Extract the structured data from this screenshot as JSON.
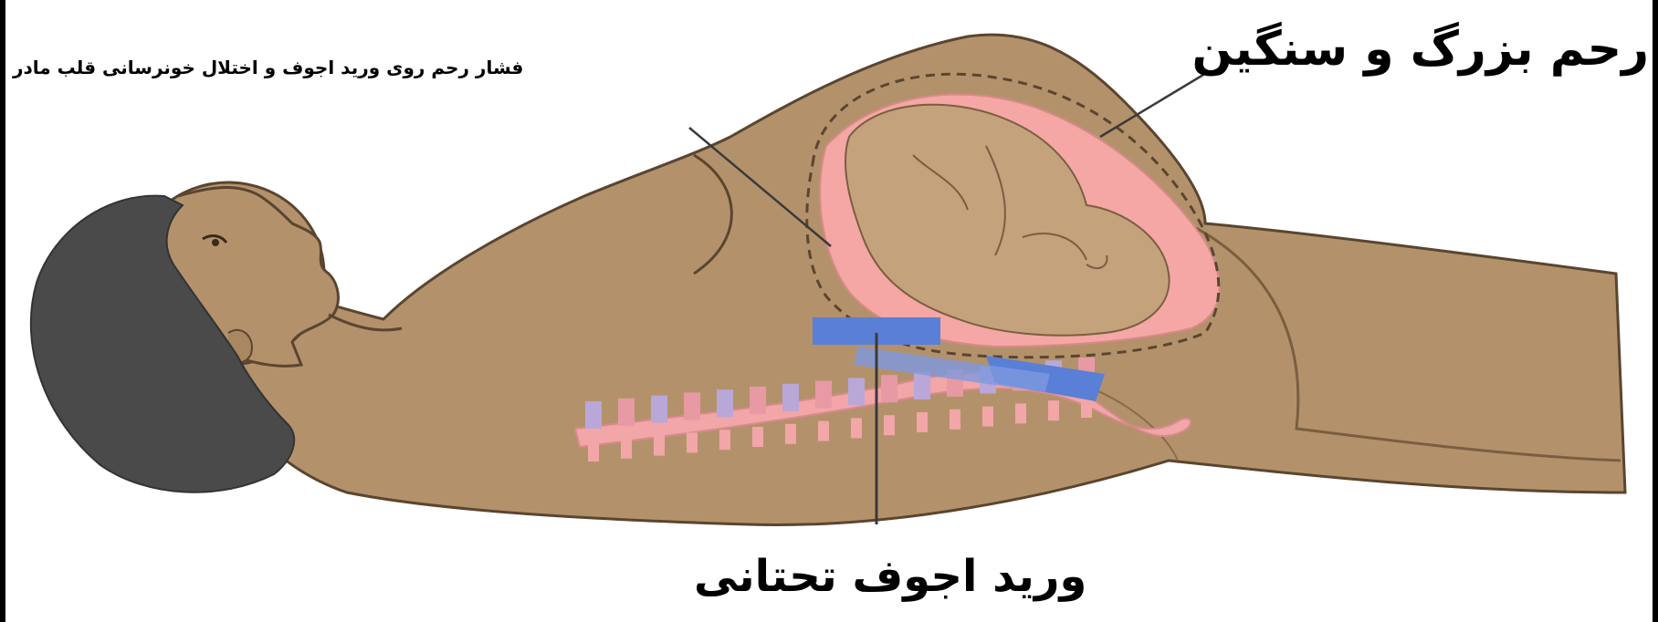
{
  "labels": {
    "uterus": "رحم بزرگ و سنگین",
    "compression": "فشار رحم روی ورید اجوف و اختلال خونرسانی قلب مادر",
    "ivc": "ورید اجوف تحتانی"
  },
  "colors": {
    "skin": "#b3926b",
    "skin_shade": "#9c7c58",
    "outline": "#5a4530",
    "hair": "#4a4a4a",
    "uterus_wall": "#f4a7a4",
    "fetus": "#c4a27c",
    "vein": "#5a7fd6",
    "spine": "#f2a6a8",
    "leader_line": "#3a3a3a"
  },
  "icons": {
    "figure": "pregnant-woman-supine-icon"
  }
}
